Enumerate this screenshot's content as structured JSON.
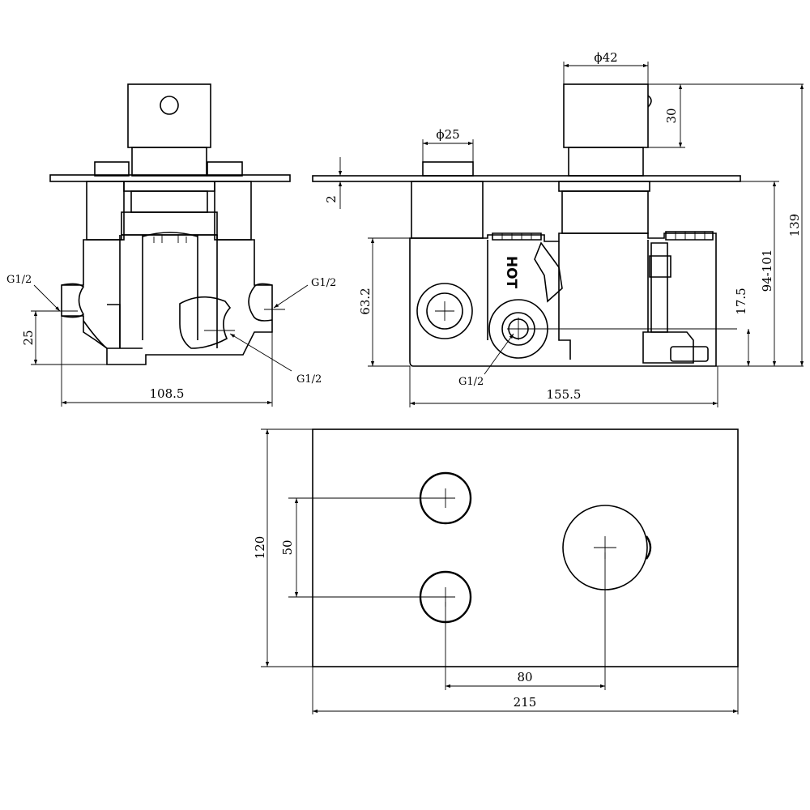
{
  "dimensions": {
    "side_width": "108.5",
    "front_width": "155.5",
    "plan_width": "215",
    "plan_height": "120",
    "spacing_center": "80",
    "spacing_vertical": "50",
    "handle_diameter": "ϕ42",
    "knob_diameter": "ϕ25",
    "handle_height": "30",
    "plate_thickness": "2",
    "body_height": "63.2",
    "outlet_height": "17.5",
    "depth_range": "94-101",
    "total_depth": "139",
    "inlet_height": "25"
  },
  "labels": {
    "thread_left": "G1/2",
    "thread_right": "G1/2",
    "thread_bottom": "G1/2",
    "thread_front": "G1/2",
    "hot_mark": "HOT"
  },
  "colors": {
    "line": "#000000",
    "background": "#ffffff"
  }
}
